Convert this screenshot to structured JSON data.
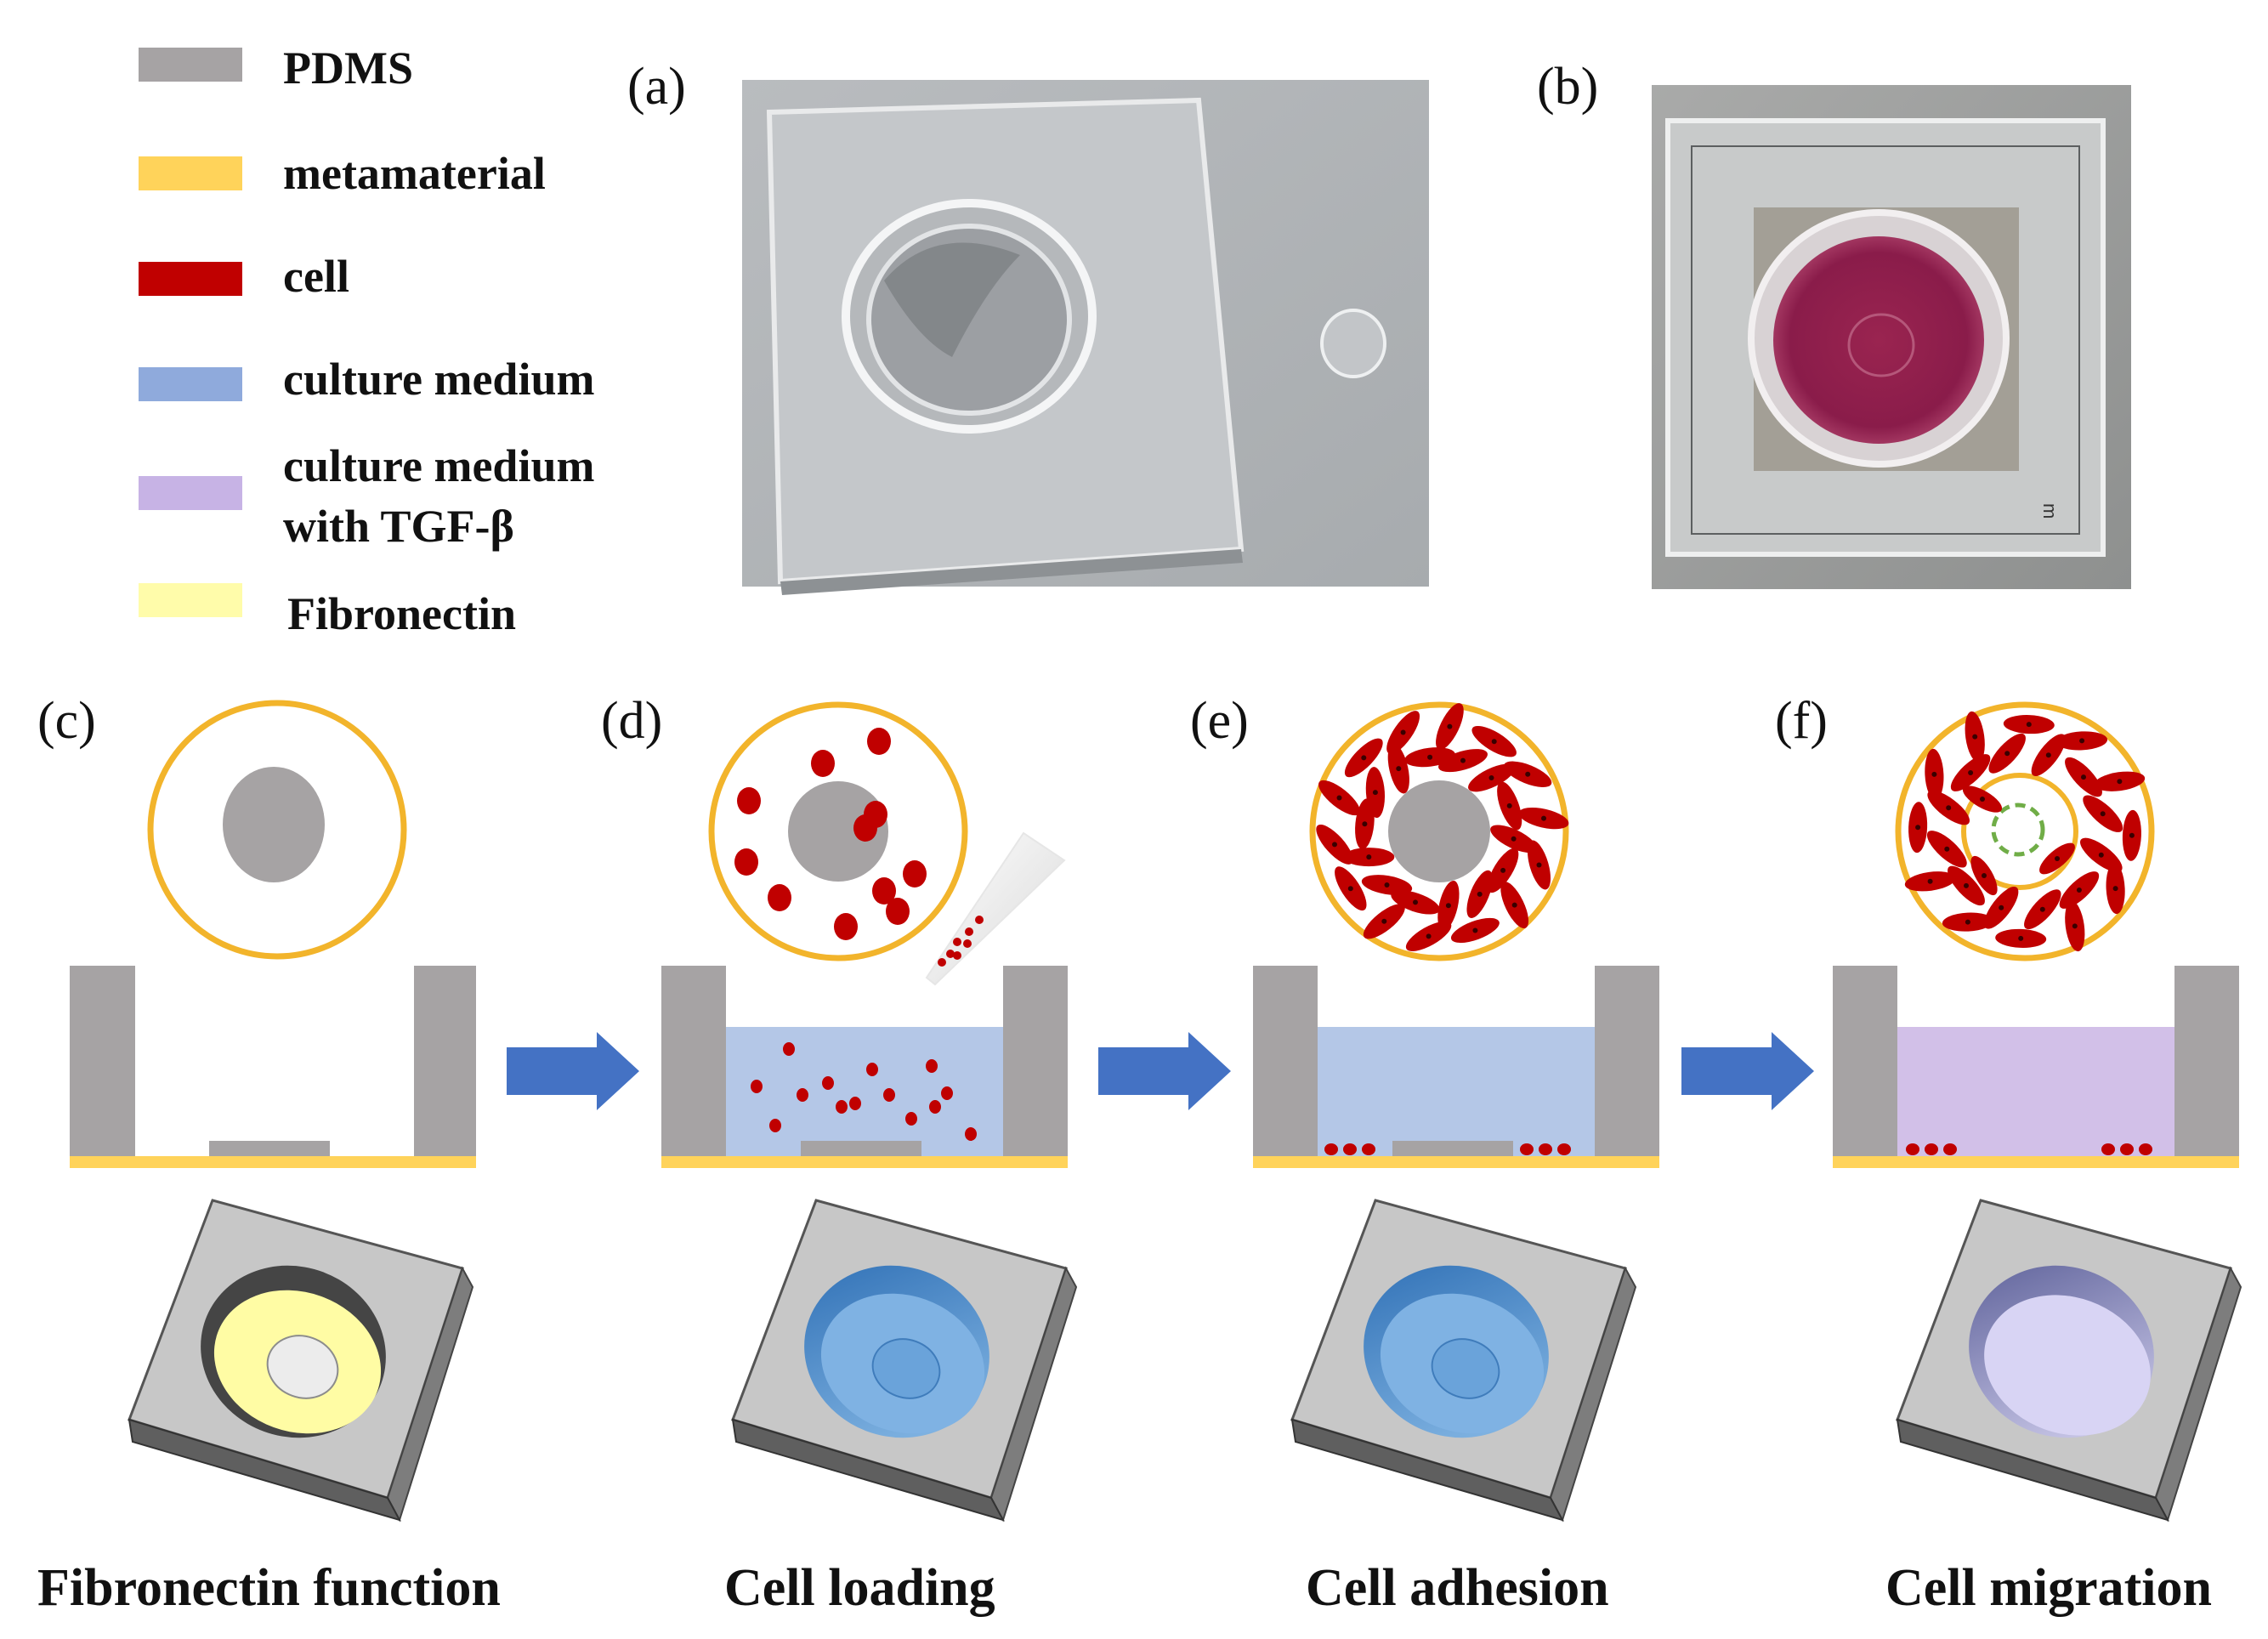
{
  "legend": [
    {
      "label": "PDMS",
      "color": "#a6a3a4"
    },
    {
      "label": "metamaterial",
      "color": "#ffd35a"
    },
    {
      "label": "cell",
      "color": "#c00000"
    },
    {
      "label": "culture medium",
      "color": "#8faadc"
    },
    {
      "label": "culture medium",
      "label2": "with TGF-β",
      "color": "#c7b3e5"
    },
    {
      "label": "Fibronectin",
      "color": "#fffcaa"
    }
  ],
  "panels": {
    "a": "(a)",
    "b": "(b)",
    "c": "(c)",
    "d": "(d)",
    "e": "(e)",
    "f": "(f)"
  },
  "steps": [
    {
      "title": "Fibronectin function"
    },
    {
      "title": "Cell loading"
    },
    {
      "title": "Cell adhesion"
    },
    {
      "title": "Cell migration"
    }
  ],
  "photo_b_mark": "m",
  "colors": {
    "pdms": "#a6a3a4",
    "metamaterial": "#ffd35a",
    "cell": "#c00000",
    "medium": "#b4c7e7",
    "medium_tgf": "#d2c0e8",
    "fibronectin": "#fffcaa",
    "arrow": "#4472c4",
    "ring": "#f2b42b"
  }
}
